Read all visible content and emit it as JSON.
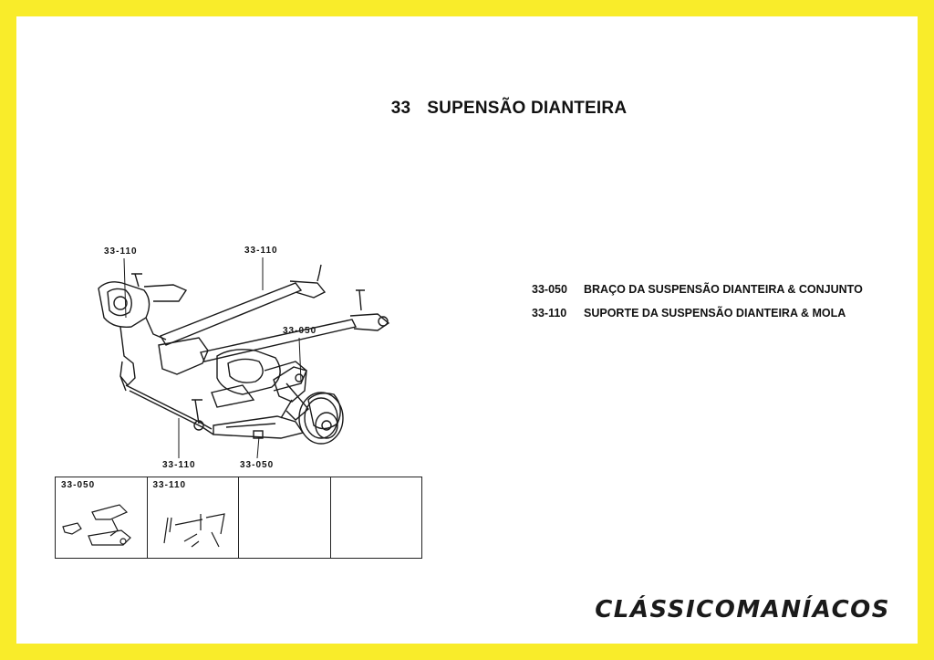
{
  "page": {
    "section_number": "33",
    "section_title": "SUPENSÃO DIANTEIRA"
  },
  "legend": [
    {
      "code": "33-050",
      "description": "BRAÇO DA SUSPENSÃO DIANTEIRA & CONJUNTO"
    },
    {
      "code": "33-110",
      "description": "SUPORTE DA SUSPENSÃO DIANTEIRA & MOLA"
    }
  ],
  "callouts": {
    "top_left": "33-110",
    "top_center": "33-110",
    "middle_right": "33-050",
    "bottom_left": "33-110",
    "bottom_center": "33-050"
  },
  "thumbnails": [
    {
      "label": "33-050"
    },
    {
      "label": "33-110"
    },
    {
      "label": ""
    },
    {
      "label": ""
    }
  ],
  "brand": {
    "text": "CLÁSSICOMANÍACOS"
  },
  "colors": {
    "background": "#f9ec2a",
    "paper": "#ffffff",
    "ink": "#111111"
  }
}
